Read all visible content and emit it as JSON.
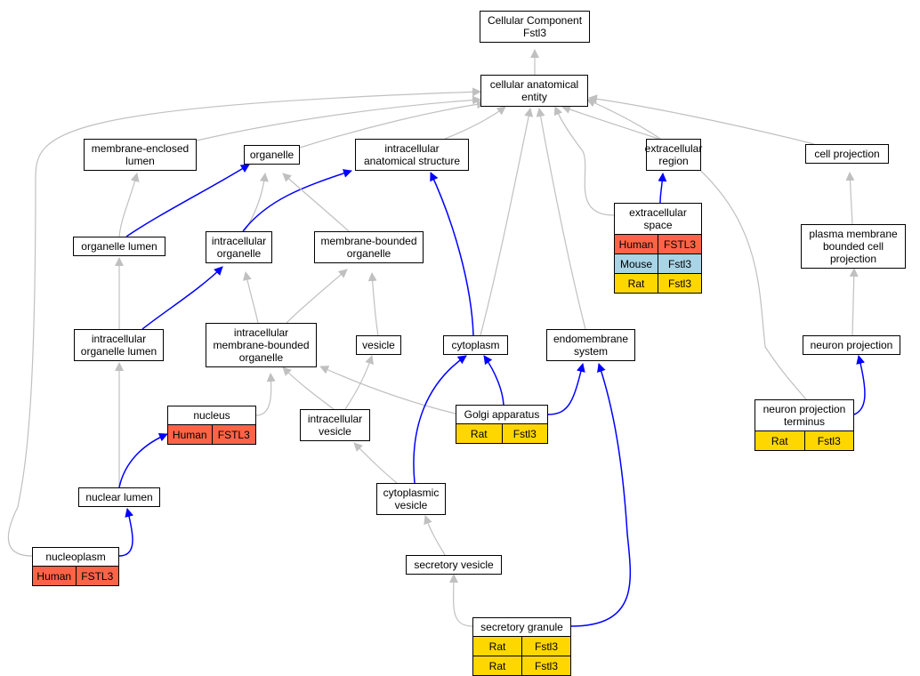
{
  "colors": {
    "edge_gray": "#c0c0c0",
    "edge_blue": "#0000ff",
    "human": "#ff6347",
    "mouse": "#a8d4e6",
    "rat": "#ffd700"
  },
  "nodes": [
    {
      "id": "root",
      "label": "Cellular Component\nFstl3"
    },
    {
      "id": "cae",
      "label": "cellular anatomical\nentity"
    },
    {
      "id": "mel",
      "label": "membrane-enclosed\nlumen"
    },
    {
      "id": "organelle",
      "label": "organelle"
    },
    {
      "id": "ias",
      "label": "intracellular\nanatomical structure"
    },
    {
      "id": "exreg",
      "label": "extracellular\nregion"
    },
    {
      "id": "cellproj",
      "label": "cell projection"
    },
    {
      "id": "exspace",
      "label": "extracellular\nspace",
      "orthologs": [
        {
          "species": "Human",
          "gene": "FSTL3",
          "color": "human"
        },
        {
          "species": "Mouse",
          "gene": "Fstl3",
          "color": "mouse"
        },
        {
          "species": "Rat",
          "gene": "Fstl3",
          "color": "rat"
        }
      ]
    },
    {
      "id": "orglumen",
      "label": "organelle lumen"
    },
    {
      "id": "intorg",
      "label": "intracellular\norganelle"
    },
    {
      "id": "mbo",
      "label": "membrane-bounded\norganelle"
    },
    {
      "id": "pmbcp",
      "label": "plasma membrane\nbounded cell\nprojection"
    },
    {
      "id": "iol",
      "label": "intracellular\norganelle lumen"
    },
    {
      "id": "imbo",
      "label": "intracellular\nmembrane-bounded\norganelle"
    },
    {
      "id": "vesicle",
      "label": "vesicle"
    },
    {
      "id": "cytoplasm",
      "label": "cytoplasm"
    },
    {
      "id": "endo",
      "label": "endomembrane\nsystem"
    },
    {
      "id": "neuproj",
      "label": "neuron projection"
    },
    {
      "id": "nucleus",
      "label": "nucleus",
      "orthologs": [
        {
          "species": "Human",
          "gene": "FSTL3",
          "color": "human"
        }
      ]
    },
    {
      "id": "golgi",
      "label": "Golgi apparatus",
      "orthologs": [
        {
          "species": "Rat",
          "gene": "Fstl3",
          "color": "rat"
        }
      ]
    },
    {
      "id": "npt",
      "label": "neuron projection\nterminus",
      "orthologs": [
        {
          "species": "Rat",
          "gene": "Fstl3",
          "color": "rat"
        }
      ]
    },
    {
      "id": "intves",
      "label": "intracellular\nvesicle"
    },
    {
      "id": "nuclumen",
      "label": "nuclear lumen"
    },
    {
      "id": "cytves",
      "label": "cytoplasmic\nvesicle"
    },
    {
      "id": "nucleoplasm",
      "label": "nucleoplasm",
      "orthologs": [
        {
          "species": "Human",
          "gene": "FSTL3",
          "color": "human"
        }
      ]
    },
    {
      "id": "secves",
      "label": "secretory vesicle"
    },
    {
      "id": "secgran",
      "label": "secretory granule",
      "orthologs": [
        {
          "species": "Rat",
          "gene": "Fstl3",
          "color": "rat"
        },
        {
          "species": "Rat",
          "gene": "Fstl3",
          "color": "rat"
        }
      ]
    }
  ],
  "edges": [
    {
      "from": "cae",
      "to": "root",
      "type": "is_a"
    },
    {
      "from": "mel",
      "to": "cae",
      "type": "is_a"
    },
    {
      "from": "organelle",
      "to": "cae",
      "type": "is_a"
    },
    {
      "from": "ias",
      "to": "cae",
      "type": "is_a"
    },
    {
      "from": "exreg",
      "to": "cae",
      "type": "is_a"
    },
    {
      "from": "cellproj",
      "to": "cae",
      "type": "is_a"
    },
    {
      "from": "exspace",
      "to": "cae",
      "type": "is_a"
    },
    {
      "from": "exspace",
      "to": "exreg",
      "type": "part_of"
    },
    {
      "from": "orglumen",
      "to": "mel",
      "type": "is_a"
    },
    {
      "from": "orglumen",
      "to": "organelle",
      "type": "part_of"
    },
    {
      "from": "intorg",
      "to": "organelle",
      "type": "is_a"
    },
    {
      "from": "intorg",
      "to": "ias",
      "type": "part_of"
    },
    {
      "from": "mbo",
      "to": "organelle",
      "type": "is_a"
    },
    {
      "from": "pmbcp",
      "to": "cellproj",
      "type": "is_a"
    },
    {
      "from": "iol",
      "to": "orglumen",
      "type": "is_a"
    },
    {
      "from": "iol",
      "to": "intorg",
      "type": "part_of"
    },
    {
      "from": "imbo",
      "to": "intorg",
      "type": "is_a"
    },
    {
      "from": "imbo",
      "to": "mbo",
      "type": "is_a"
    },
    {
      "from": "vesicle",
      "to": "mbo",
      "type": "is_a"
    },
    {
      "from": "cytoplasm",
      "to": "cae",
      "type": "is_a"
    },
    {
      "from": "cytoplasm",
      "to": "ias",
      "type": "part_of"
    },
    {
      "from": "endo",
      "to": "cae",
      "type": "is_a"
    },
    {
      "from": "neuproj",
      "to": "pmbcp",
      "type": "is_a"
    },
    {
      "from": "nucleus",
      "to": "imbo",
      "type": "is_a"
    },
    {
      "from": "golgi",
      "to": "imbo",
      "type": "is_a"
    },
    {
      "from": "golgi",
      "to": "cytoplasm",
      "type": "part_of"
    },
    {
      "from": "golgi",
      "to": "endo",
      "type": "part_of"
    },
    {
      "from": "npt",
      "to": "cae",
      "type": "is_a"
    },
    {
      "from": "npt",
      "to": "neuproj",
      "type": "part_of"
    },
    {
      "from": "intves",
      "to": "imbo",
      "type": "is_a"
    },
    {
      "from": "intves",
      "to": "vesicle",
      "type": "is_a"
    },
    {
      "from": "nuclumen",
      "to": "iol",
      "type": "is_a"
    },
    {
      "from": "nuclumen",
      "to": "nucleus",
      "type": "part_of"
    },
    {
      "from": "cytves",
      "to": "intves",
      "type": "is_a"
    },
    {
      "from": "cytves",
      "to": "cytoplasm",
      "type": "part_of"
    },
    {
      "from": "nucleoplasm",
      "to": "cae",
      "type": "is_a"
    },
    {
      "from": "nucleoplasm",
      "to": "nuclumen",
      "type": "part_of"
    },
    {
      "from": "secves",
      "to": "cytves",
      "type": "is_a"
    },
    {
      "from": "secgran",
      "to": "secves",
      "type": "is_a"
    },
    {
      "from": "secgran",
      "to": "endo",
      "type": "part_of"
    }
  ]
}
